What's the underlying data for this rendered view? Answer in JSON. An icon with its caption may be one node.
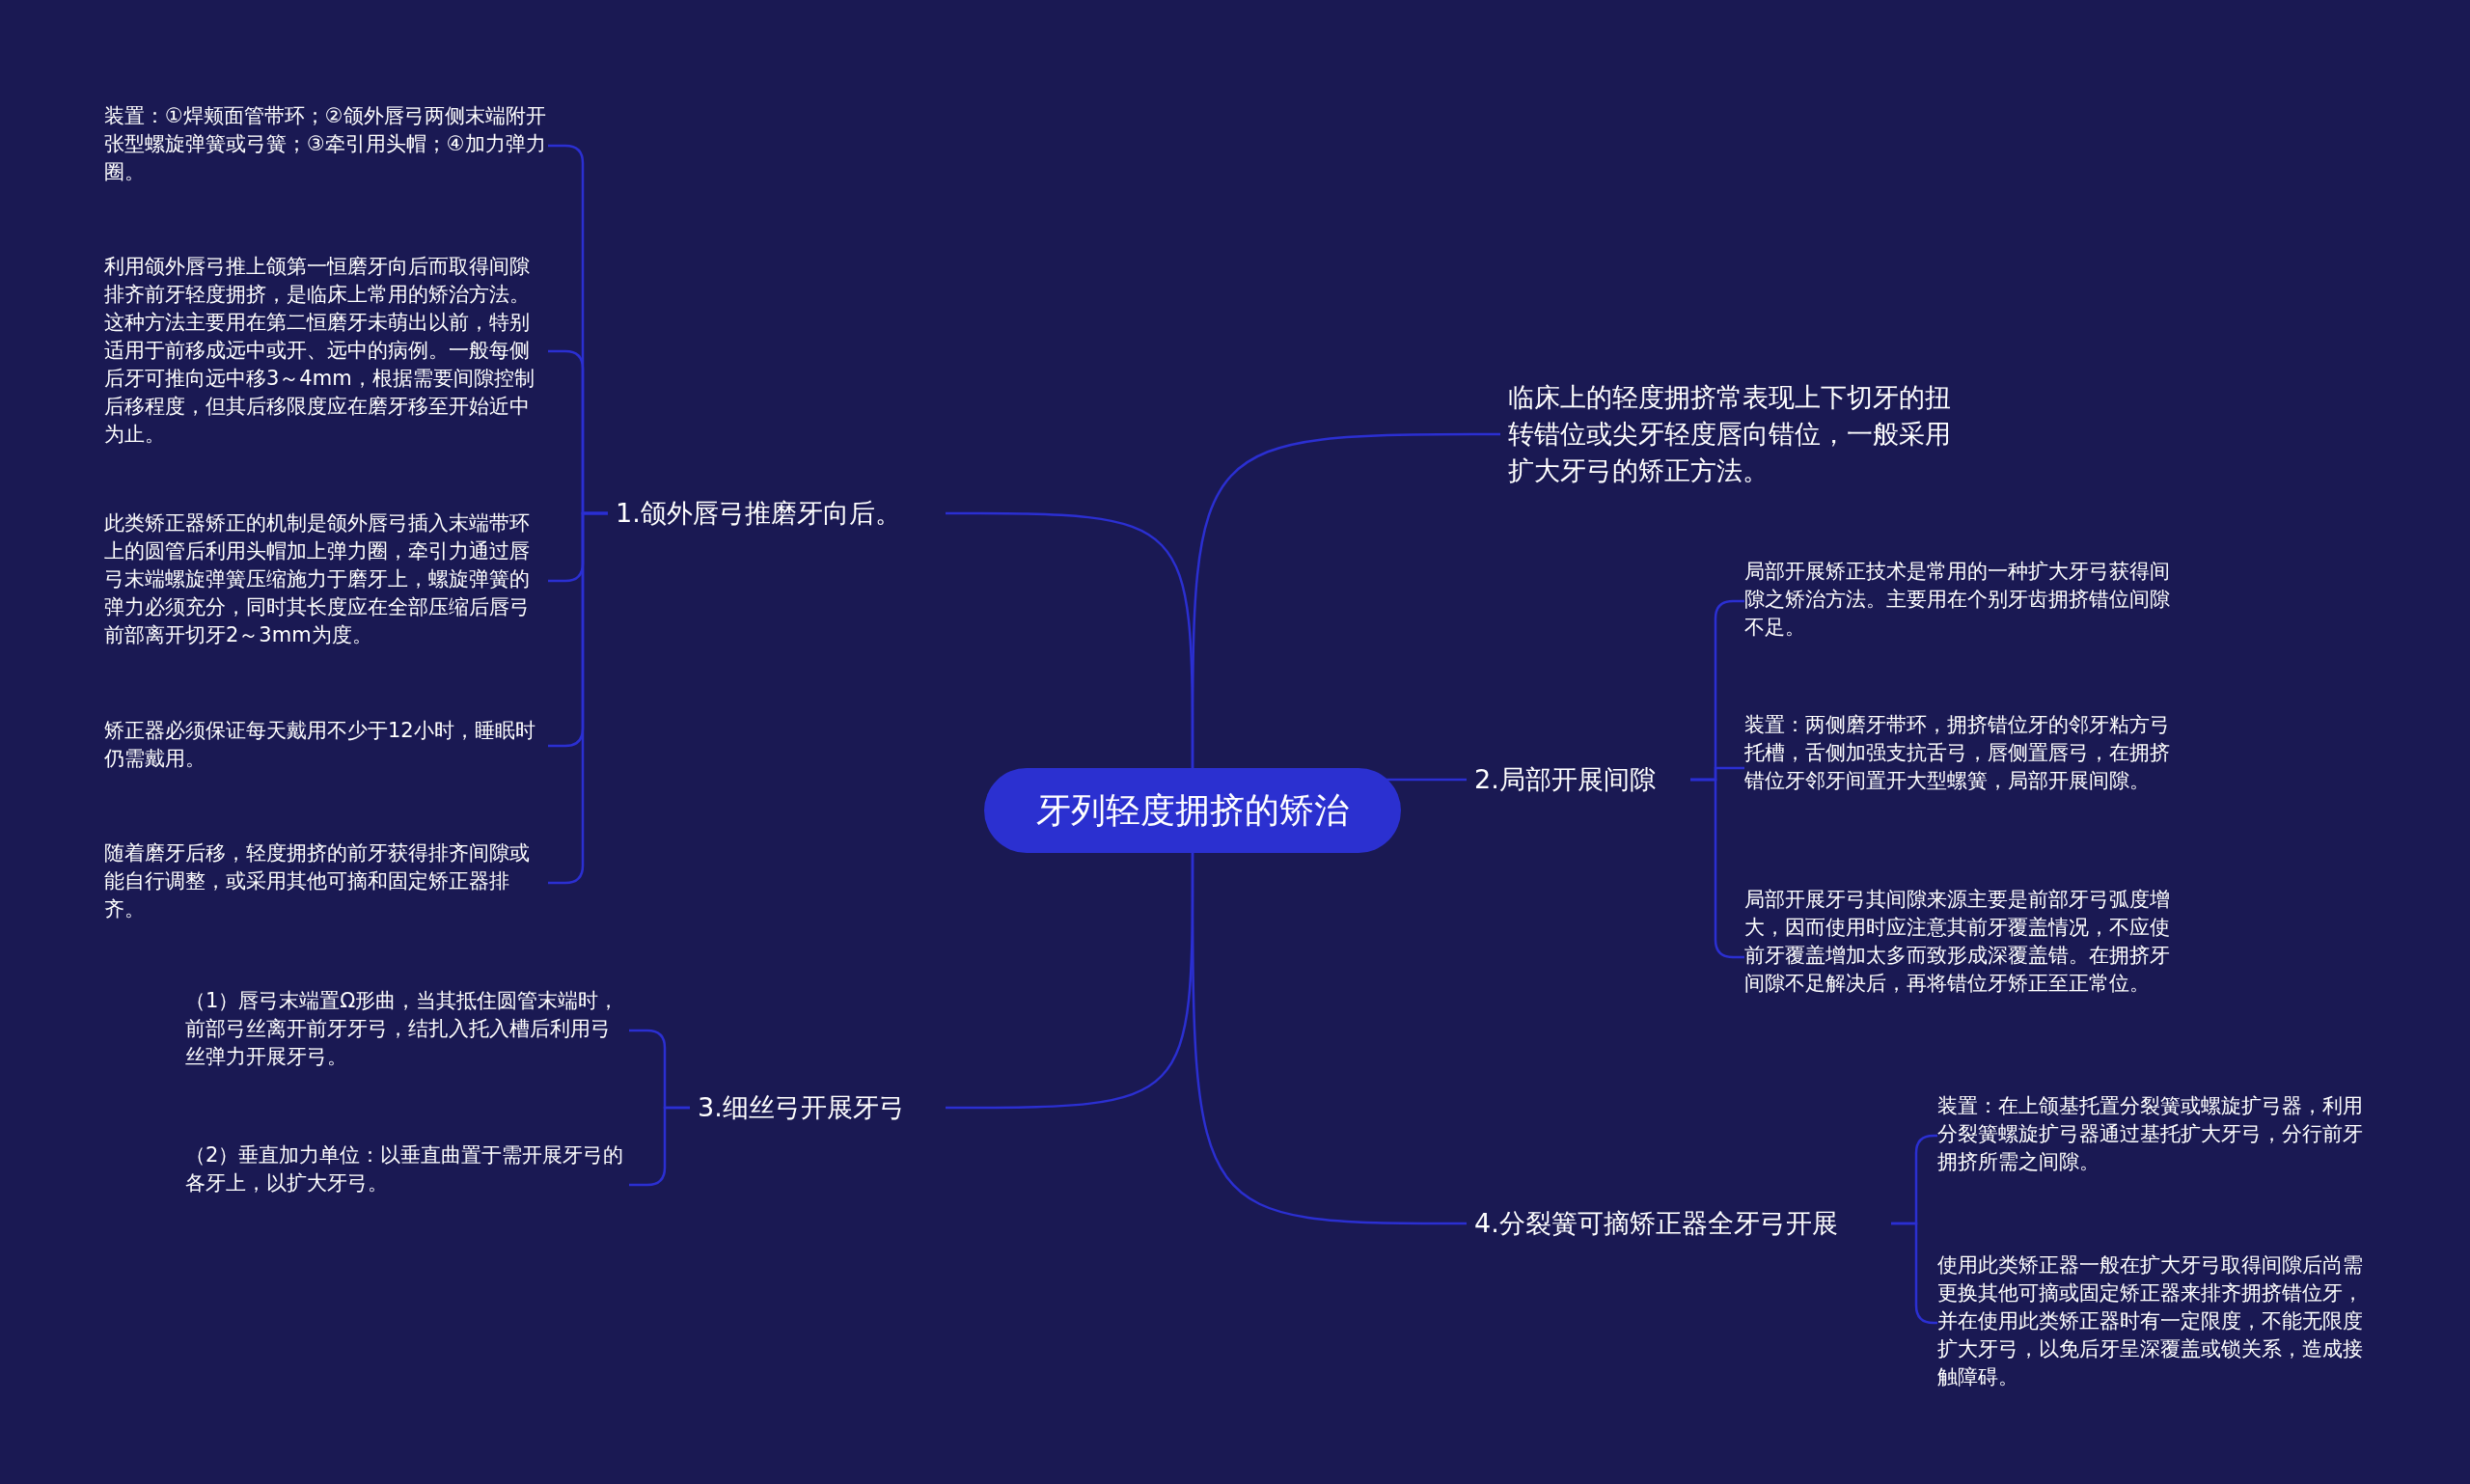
{
  "diagram": {
    "nodes": [
      {
        "text": [
          "牙列轻度拥挤的矫治"
        ]
      },
      {
        "text": [
          "临床上的轻度拥挤常表现上下切牙的扭转错位或尖牙轻度唇向错位，一般采用扩大牙弓的矫正方法。"
        ]
      },
      {
        "text": [
          "1.颌外唇弓推磨牙向后。"
        ]
      },
      {
        "text": [
          "装置：①焊颊面管带环；②颌外唇弓两侧末端附开张型螺旋弹簧或弓簧；③牵引用头帽；④加力弹力圈。"
        ]
      },
      {
        "text": [
          "利用颌外唇弓推上颌第一恒磨牙向后而取得间隙排齐前牙轻度拥挤，是临床上常用的矫治方法。这种方法主要用在第二恒磨牙未萌出以前，特别适用于前移成远中或开、远中的病例。一般每侧后牙可推向远中移3～4mm，根据需要间隙控制后移程度，但其后移限度应在磨牙移至开始近中为止。"
        ]
      },
      {
        "text": [
          "此类矫正器矫正的机制是颌外唇弓插入末端带环上的圆管后利用头帽加上弹力圈，牵引力通过唇弓末端螺旋弹簧压缩施力于磨牙上，螺旋弹簧的弹力必须充分，同时其长度应在全部压缩后唇弓前部离开切牙2～3mm为度。"
        ]
      },
      {
        "text": [
          "矫正器必须保证每天戴用不少于12小时，睡眠时仍需戴用。"
        ]
      },
      {
        "text": [
          "随着磨牙后移，轻度拥挤的前牙获得排齐间隙或能自行调整，或采用其他可摘和固定矫正器排齐。"
        ]
      },
      {
        "text": [
          "2.局部开展间隙"
        ]
      },
      {
        "text": [
          "局部开展矫正技术是常用的一种扩大牙弓获得间隙之矫治方法。主要用在个别牙齿拥挤错位间隙不足。"
        ]
      },
      {
        "text": [
          "装置：两侧磨牙带环，拥挤错位牙的邻牙粘方弓托槽，舌侧加强支抗舌弓，唇侧置唇弓，在拥挤错位牙邻牙间置开大型螺簧，局部开展间隙。"
        ]
      },
      {
        "text": [
          "局部开展牙弓其间隙来源主要是前部牙弓弧度增大，因而使用时应注意其前牙覆盖情况，不应使前牙覆盖增加太多而致形成深覆盖错。在拥挤牙间隙不足解决后，再将错位牙矫正至正常位。"
        ]
      },
      {
        "text": [
          "3.细丝弓开展牙弓"
        ]
      },
      {
        "text": [
          "（1）唇弓末端置Ω形曲，当其抵住圆管末端时，前部弓丝离开前牙牙弓，结扎入托入槽后利用弓丝弹力开展牙弓。"
        ]
      },
      {
        "text": [
          "（2）垂直加力单位：以垂直曲置于需开展牙弓的各牙上，以扩大牙弓。"
        ]
      },
      {
        "text": [
          "4.分裂簧可摘矫正器全牙弓开展"
        ]
      },
      {
        "text": [
          "装置：在上颌基托置分裂簧或螺旋扩弓器，利用分裂簧螺旋扩弓器通过基托扩大牙弓，分行前牙拥挤所需之间隙。"
        ]
      },
      {
        "text": [
          "使用此类矫正器一般在扩大牙弓取得间隙后尚需更换其他可摘或固定矫正器来排齐拥挤错位牙，并在使用此类矫正器时有一定限度，不能无限度扩大牙弓，以免后牙呈深覆盖或锁关系，造成接触障碍。"
        ]
      }
    ],
    "edges": [
      {
        "from": 0,
        "to": 1,
        "arrow": "none"
      },
      {
        "from": 0,
        "to": 2,
        "arrow": "none"
      },
      {
        "from": 2,
        "to": 3,
        "arrow": "none"
      },
      {
        "from": 2,
        "to": 4,
        "arrow": "none"
      },
      {
        "from": 2,
        "to": 5,
        "arrow": "none"
      },
      {
        "from": 2,
        "to": 6,
        "arrow": "none"
      },
      {
        "from": 2,
        "to": 7,
        "arrow": "none"
      },
      {
        "from": 0,
        "to": 8,
        "arrow": "none"
      },
      {
        "from": 8,
        "to": 9,
        "arrow": "none"
      },
      {
        "from": 8,
        "to": 10,
        "arrow": "none"
      },
      {
        "from": 8,
        "to": 11,
        "arrow": "none"
      },
      {
        "from": 0,
        "to": 12,
        "arrow": "none"
      },
      {
        "from": 12,
        "to": 13,
        "arrow": "none"
      },
      {
        "from": 12,
        "to": 14,
        "arrow": "none"
      },
      {
        "from": 0,
        "to": 15,
        "arrow": "none"
      },
      {
        "from": 15,
        "to": 16,
        "arrow": "none"
      },
      {
        "from": 15,
        "to": 17,
        "arrow": "none"
      }
    ]
  }
}
